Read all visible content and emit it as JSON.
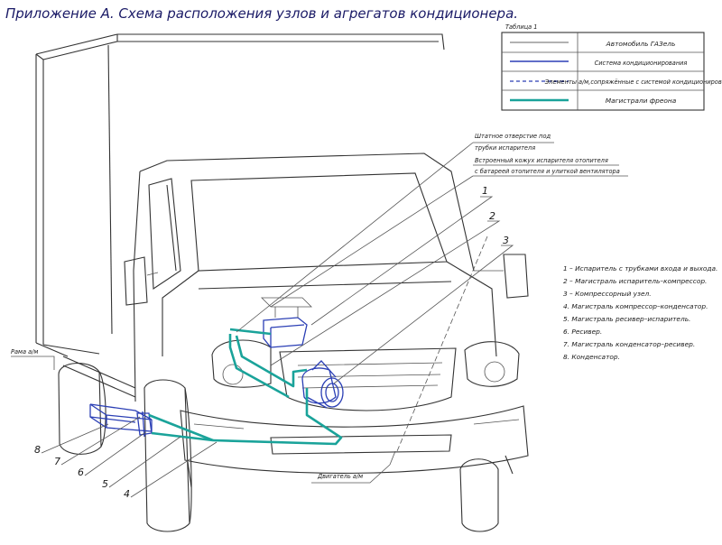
{
  "title": "Приложение А. Схема расположения узлов и агрегатов кондиционера.",
  "table": {
    "caption": "Таблица 1",
    "rows": [
      {
        "text": "Автомобиль ГАЗель",
        "line_color": "#666666"
      },
      {
        "text": "Система кондиционирования",
        "line_color": "#2b3fb5"
      },
      {
        "text": "Элементы а/м,сопряжённые с системой кондиционирования",
        "line_color": "#2b3fb5",
        "dashed": true
      },
      {
        "text": "Магистрали фреона",
        "line_color": "#1aa39a"
      }
    ]
  },
  "notes": {
    "hole": "Штатное отверстие под трубки испарителя",
    "casing": "Встроенный кожух испарителя отопителя с батареей отопителя и улиткой вентилятора",
    "frame": "Рама а/м",
    "engine": "Двигатель а/м"
  },
  "legend": [
    "1   – Испаритель с трубками входа и выхода.",
    "2   – Магистраль испаритель–компрессор.",
    "3   – Компрессорный узел.",
    "4.  Магистраль компрессор–конденсатор.",
    "5.  Магистраль ресивер–испаритель.",
    "6.  Ресивер.",
    "7.  Магистраль конденсатор–ресивер.",
    "8.  Конденсатор."
  ],
  "callouts": [
    "1",
    "2",
    "3",
    "4",
    "5",
    "6",
    "7",
    "8"
  ],
  "colors": {
    "vehicle": "#555555",
    "system": "#2b3fb5",
    "freon": "#1aa39a",
    "title": "#1a1a66"
  }
}
